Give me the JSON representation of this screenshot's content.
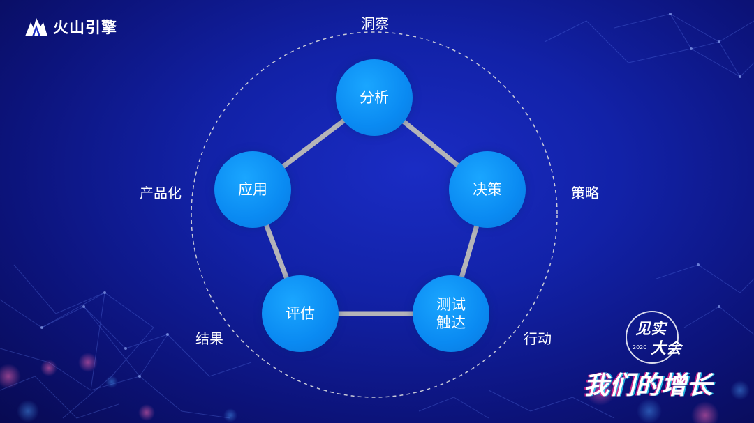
{
  "brand": {
    "name": "火山引擎"
  },
  "diagram": {
    "nodes": [
      {
        "id": "analysis",
        "label": "分析"
      },
      {
        "id": "decision",
        "label": "决策"
      },
      {
        "id": "test-reach",
        "label": "测试\n触达"
      },
      {
        "id": "evaluate",
        "label": "评估"
      },
      {
        "id": "apply",
        "label": "应用"
      }
    ],
    "outer_labels": {
      "insight": "洞察",
      "strategy": "策略",
      "action": "行动",
      "result": "结果",
      "productize": "产品化"
    }
  },
  "event_badge": {
    "title_line1": "见实",
    "title_line2": "大会",
    "year": "2020",
    "slogan": "我们的增长"
  },
  "colors": {
    "background": "#1222a8",
    "node": "#0a8af2",
    "ring": "#b4b4b8",
    "dashed_circle": "#c8cad8"
  }
}
